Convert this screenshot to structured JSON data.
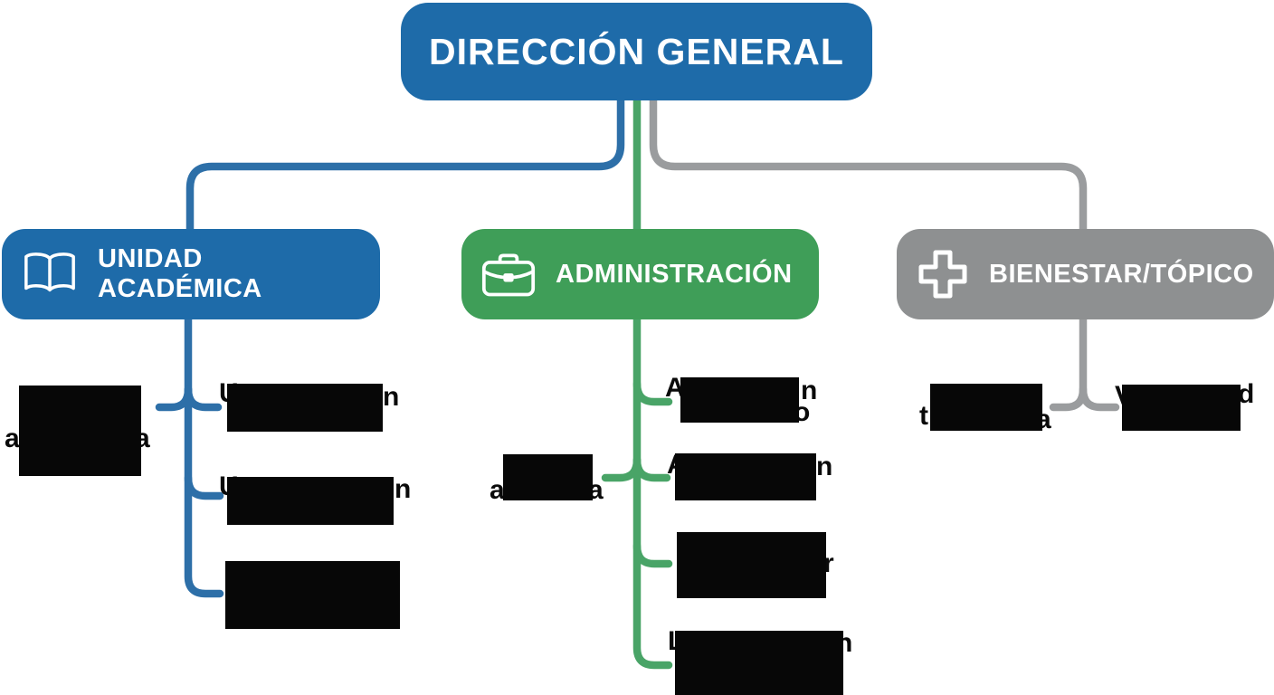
{
  "org_chart": {
    "root": {
      "label": "DIRECCIÓN GENERAL"
    },
    "branches": [
      {
        "id": "unidad-academica",
        "label": "UNIDAD ACADÉMICA",
        "icon": "open-book-icon",
        "color": "#1e6ba9"
      },
      {
        "id": "administracion",
        "label": "ADMINISTRACIÓN",
        "icon": "briefcase-icon",
        "color": "#3f9e58"
      },
      {
        "id": "bienestar-topico",
        "label": "BIENESTAR/TÓPICO",
        "icon": "medical-cross-icon",
        "color": "#8e9091"
      }
    ],
    "redacted_fragments": {
      "academica": [
        {
          "left": "a",
          "right": "a"
        },
        {
          "lead": "U",
          "tail": "n"
        },
        {
          "lead": "U",
          "tail": "n"
        },
        {}
      ],
      "administracion": [
        {
          "lead": "A",
          "tail": "n",
          "tail_line2": "o"
        },
        {
          "aux_left": "a",
          "aux_right": "a",
          "lead": "A",
          "tail": "n"
        },
        {
          "tail": "r"
        },
        {
          "lead": "L",
          "tail": "n"
        }
      ],
      "bienestar": [
        {
          "lead": "t",
          "tail": "a"
        },
        {
          "lead": "V",
          "tail": "d"
        }
      ]
    },
    "colors": {
      "node_blue": "#1e6ba9",
      "node_green": "#3f9e58",
      "node_gray": "#8e9091",
      "line_blue": "#2d6fa8",
      "line_green": "#49a467",
      "line_gray": "#9a9c9e",
      "redaction_black": "#070707",
      "label_white": "#ffffff"
    }
  }
}
